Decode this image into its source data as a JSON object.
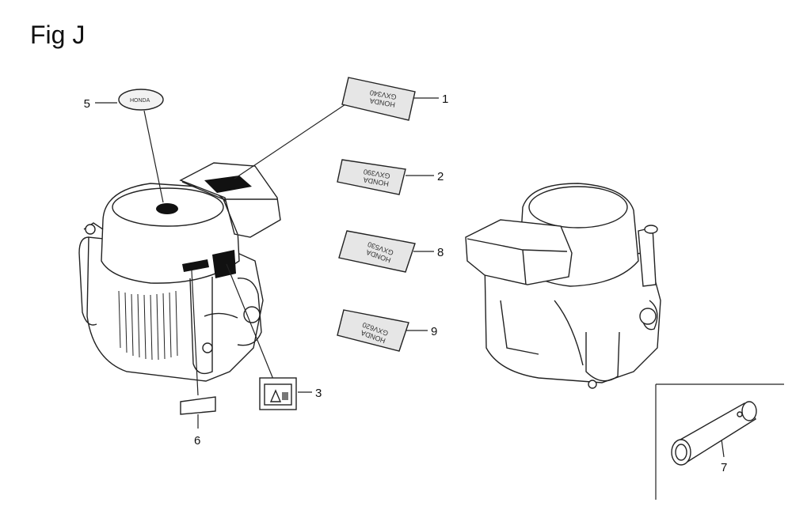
{
  "figure": {
    "title": "Fig J"
  },
  "callouts": [
    {
      "id": "1",
      "label": "1"
    },
    {
      "id": "2",
      "label": "2"
    },
    {
      "id": "3",
      "label": "3"
    },
    {
      "id": "5",
      "label": "5"
    },
    {
      "id": "6",
      "label": "6"
    },
    {
      "id": "7",
      "label": "7"
    },
    {
      "id": "8",
      "label": "8"
    },
    {
      "id": "9",
      "label": "9"
    }
  ],
  "decals": {
    "d1": {
      "line1": "HONDA",
      "line2": "GXV340"
    },
    "d2": {
      "line1": "HONDA",
      "line2": "GXV390"
    },
    "d8": {
      "line1": "HONDA",
      "line2": "GXV530"
    },
    "d9": {
      "line1": "HONDA",
      "line2": "GXV620"
    },
    "emblem": "HONDA"
  },
  "colors": {
    "line": "#222222",
    "fill": "#ffffff",
    "decal": "#e6e6e6",
    "dark": "#111111"
  }
}
